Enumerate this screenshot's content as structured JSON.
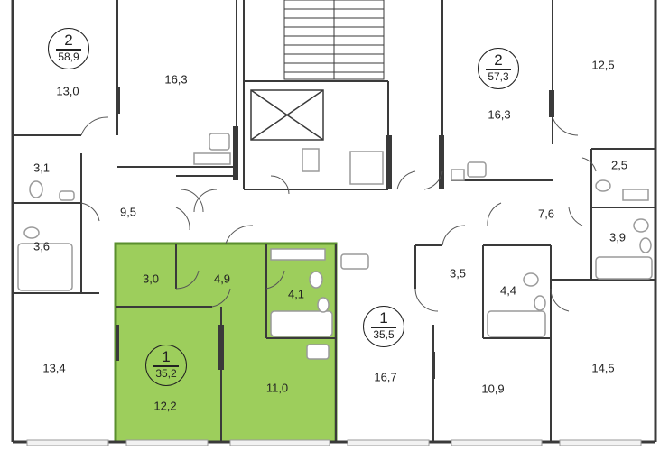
{
  "colors": {
    "wall": "#3a3a3a",
    "highlight": "#8cc63f",
    "highlight_edge": "#5a8f2e",
    "fixture": "#9a9a9a",
    "window": "#f2f2f2"
  },
  "apartments": [
    {
      "rooms": "2",
      "area": "58,9"
    },
    {
      "rooms": "2",
      "area": "57,3"
    },
    {
      "rooms": "1",
      "area": "35,5"
    },
    {
      "rooms": "1",
      "area": "35,2"
    }
  ],
  "room_labels": [
    "13,0",
    "16,3",
    "3,1",
    "3,6",
    "9,5",
    "13,4",
    "3,0",
    "4,9",
    "4,1",
    "12,2",
    "11,0",
    "16,3",
    "12,5",
    "2,5",
    "7,6",
    "3,9",
    "3,5",
    "4,4",
    "16,7",
    "10,9",
    "14,5"
  ]
}
